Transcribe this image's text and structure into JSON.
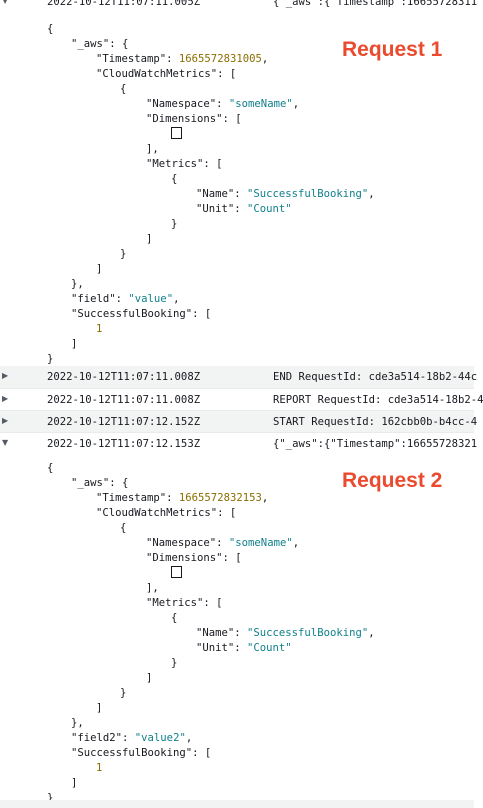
{
  "events": [
    {
      "arrow": "▼",
      "timestamp": "2022-10-12T11:07:11.005Z",
      "message": "{\"_aws\":{\"Timestamp\":16655728311",
      "expanded": true
    },
    {
      "arrow": "▶",
      "timestamp": "2022-10-12T11:07:11.008Z",
      "message": "END RequestId: cde3a514-18b2-44c",
      "expanded": false
    },
    {
      "arrow": "▶",
      "timestamp": "2022-10-12T11:07:11.008Z",
      "message": "REPORT RequestId: cde3a514-18b2-4",
      "expanded": false
    },
    {
      "arrow": "▶",
      "timestamp": "2022-10-12T11:07:12.152Z",
      "message": "START RequestId: 162cbb0b-b4cc-4",
      "expanded": false
    },
    {
      "arrow": "▼",
      "timestamp": "2022-10-12T11:07:12.153Z",
      "message": "{\"_aws\":{\"Timestamp\":16655728321",
      "expanded": true
    }
  ],
  "annotations": {
    "first": "Request 1",
    "second": "Request 2"
  },
  "json1": {
    "timestamp": "1665572831005",
    "namespace": "\"someName\"",
    "metric_name": "\"SuccessfulBooking\"",
    "unit": "\"Count\"",
    "extra_key": "\"field\"",
    "extra_value": "\"value\"",
    "booking_value": "1"
  },
  "json2": {
    "timestamp": "1665572832153",
    "namespace": "\"someName\"",
    "metric_name": "\"SuccessfulBooking\"",
    "unit": "\"Count\"",
    "extra_key": "\"field2\"",
    "extra_value": "\"value2\"",
    "booking_value": "1"
  },
  "labels": {
    "aws": "\"_aws\": {",
    "timestamp_key": "\"Timestamp\": ",
    "cwm": "\"CloudWatchMetrics\": [",
    "namespace_key": "\"Namespace\": ",
    "dimensions": "\"Dimensions\": [",
    "metrics": "\"Metrics\": [",
    "name_key": "\"Name\": ",
    "unit_key": "\"Unit\": ",
    "booking_key": "\"SuccessfulBooking\": ["
  }
}
